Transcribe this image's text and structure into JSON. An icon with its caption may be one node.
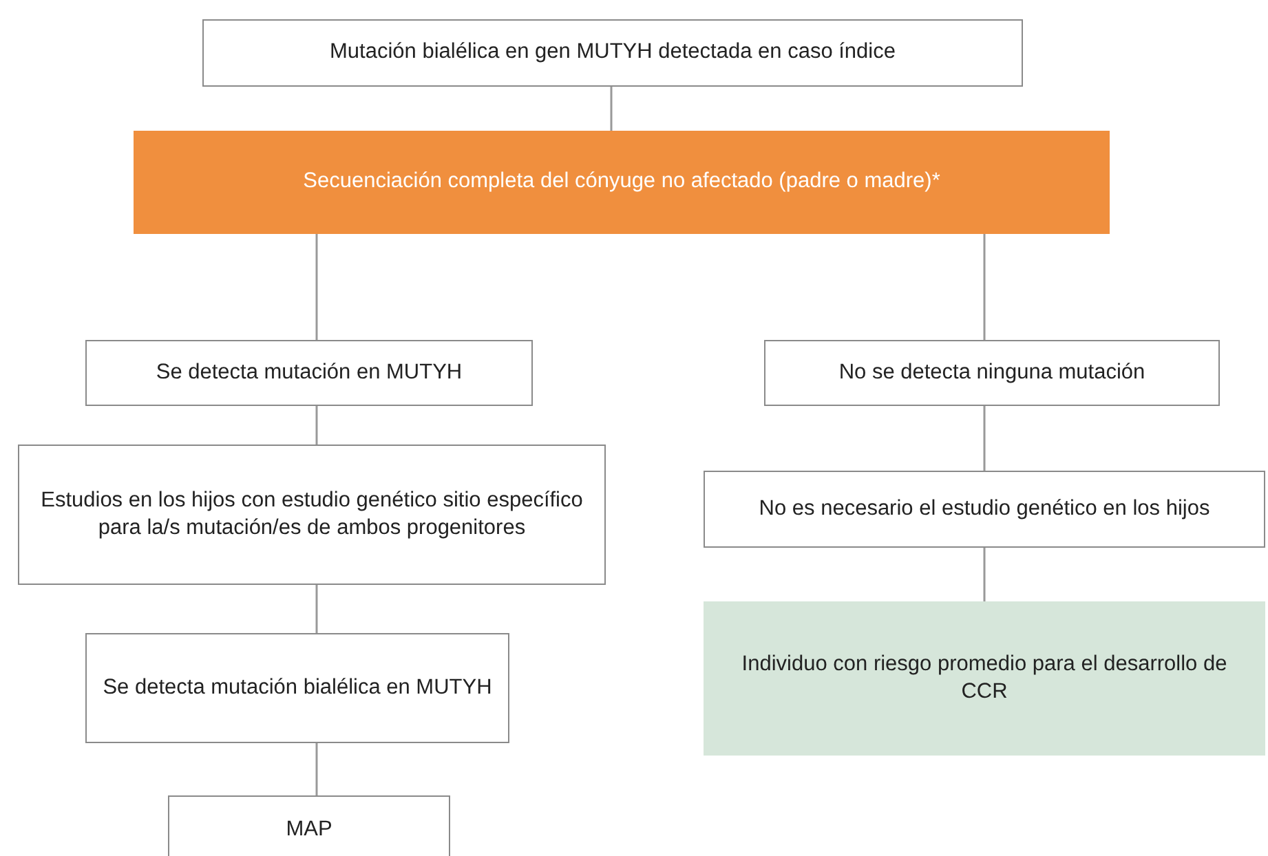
{
  "diagram": {
    "nodes": [
      {
        "text": [
          "Mutación bialélica en gen MUTYH detectada en caso índice"
        ]
      },
      {
        "text": [
          "Secuenciación completa del cónyuge no afectado (padre o madre)*"
        ]
      },
      {
        "text": [
          "Se detecta mutación en MUTYH"
        ]
      },
      {
        "text": [
          "No se detecta ninguna mutación"
        ]
      },
      {
        "text": [
          "Estudios en los hijos con estudio genético sitio específico para la/s mutación/es de ambos progenitores"
        ]
      },
      {
        "text": [
          "No es necesario el estudio genético en los hijos"
        ]
      },
      {
        "text": [
          "Se detecta mutación bialélica en MUTYH"
        ]
      },
      {
        "text": [
          "Individuo con riesgo promedio para el desarrollo de CCR"
        ]
      },
      {
        "text": [
          "MAP"
        ]
      }
    ],
    "edges": [
      {
        "from": 0,
        "to": 1,
        "arrow": "none"
      },
      {
        "from": 1,
        "to": 2,
        "arrow": "none"
      },
      {
        "from": 1,
        "to": 3,
        "arrow": "none"
      },
      {
        "from": 2,
        "to": 4,
        "arrow": "none"
      },
      {
        "from": 3,
        "to": 5,
        "arrow": "none"
      },
      {
        "from": 4,
        "to": 6,
        "arrow": "none"
      },
      {
        "from": 5,
        "to": 7,
        "arrow": "none"
      },
      {
        "from": 6,
        "to": 8,
        "arrow": "none"
      }
    ]
  }
}
